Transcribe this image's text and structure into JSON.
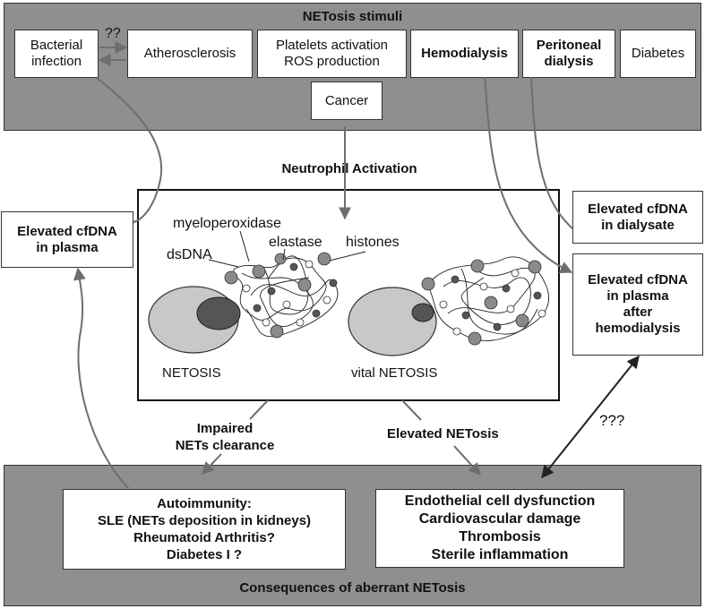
{
  "stimuli": {
    "title": "NETosis stimuli",
    "bacterial": [
      "Bacterial",
      "infection"
    ],
    "uncertain": "??",
    "atherosclerosis": "Atherosclerosis",
    "platelets": [
      "Platelets activation",
      "ROS production"
    ],
    "hemodialysis": "Hemodialysis",
    "peritoneal": [
      "Peritoneal",
      "dialysis"
    ],
    "diabetes": "Diabetes",
    "cancer": "Cancer"
  },
  "activation": "Neutrophil Activation",
  "netosis": {
    "myeloperoxidase": "myeloperoxidase",
    "elastase": "elastase",
    "histones": "histones",
    "dsdna": "dsDNA",
    "netosis_label": "NETOSIS",
    "vital_label": "vital NETOSIS"
  },
  "outcomes": {
    "plasma": [
      "Elevated cfDNA",
      "in plasma"
    ],
    "dialysate": [
      "Elevated cfDNA",
      "in dialysate"
    ],
    "after_hd": [
      "Elevated cfDNA",
      "in plasma",
      "after",
      "hemodialysis"
    ]
  },
  "arrows": {
    "impaired": [
      "Impaired",
      "NETs clearance"
    ],
    "elevated": "Elevated NETosis",
    "unknown": "???"
  },
  "consequences": {
    "title": "Consequences of aberrant NETosis",
    "autoimmunity": [
      "Autoimmunity:",
      "SLE (NETs deposition in kidneys)",
      "Rheumatoid Arthritis?",
      "Diabetes I ?"
    ],
    "endothelial": [
      "Endothelial cell dysfunction",
      "Cardiovascular damage",
      "Thrombosis",
      "Sterile inflammation"
    ]
  },
  "colors": {
    "panel": "#8f8f8f",
    "arrow": "#6e6e6e",
    "cell": "#c8c8c8",
    "nucleus": "#555555",
    "granule": "#8a8a8a"
  }
}
